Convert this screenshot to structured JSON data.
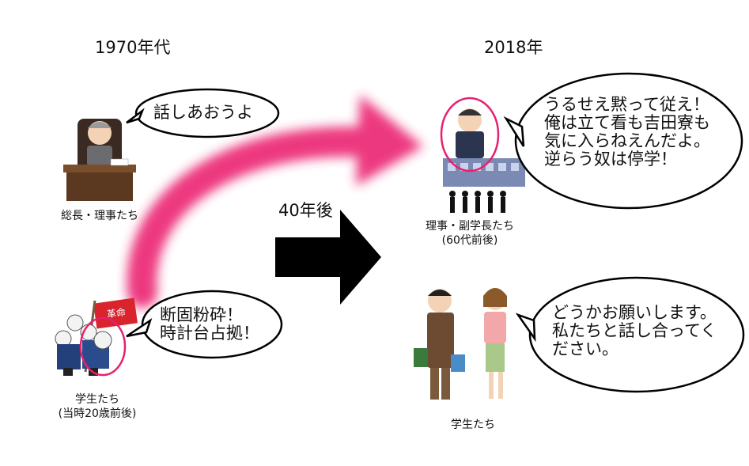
{
  "headings": {
    "left_era": "1970年代",
    "right_era": "2018年"
  },
  "arrow": {
    "label": "40年後"
  },
  "left": {
    "president_caption": "総長・理事たち",
    "president_bubble": "話しあおうよ",
    "students_caption_line1": "学生たち",
    "students_caption_line2": "(当時20歳前後)",
    "students_bubble": [
      "断固粉砕！",
      "時計台占拠！"
    ],
    "banner_text": "革命"
  },
  "right": {
    "board_caption_line1": "理事・副学長たち",
    "board_caption_line2": "(60代前後)",
    "board_bubble": [
      "うるせえ黙って従え！",
      "俺は立て看も吉田寮も",
      "気に入らねえんだよ。",
      "逆らう奴は停学！"
    ],
    "students_caption": "学生たち",
    "students_bubble": [
      "どうかお願いします。",
      "私たちと話し合ってく",
      "ださい。"
    ]
  },
  "colors": {
    "highlight": "#e8206e",
    "arrow": "#000000"
  }
}
